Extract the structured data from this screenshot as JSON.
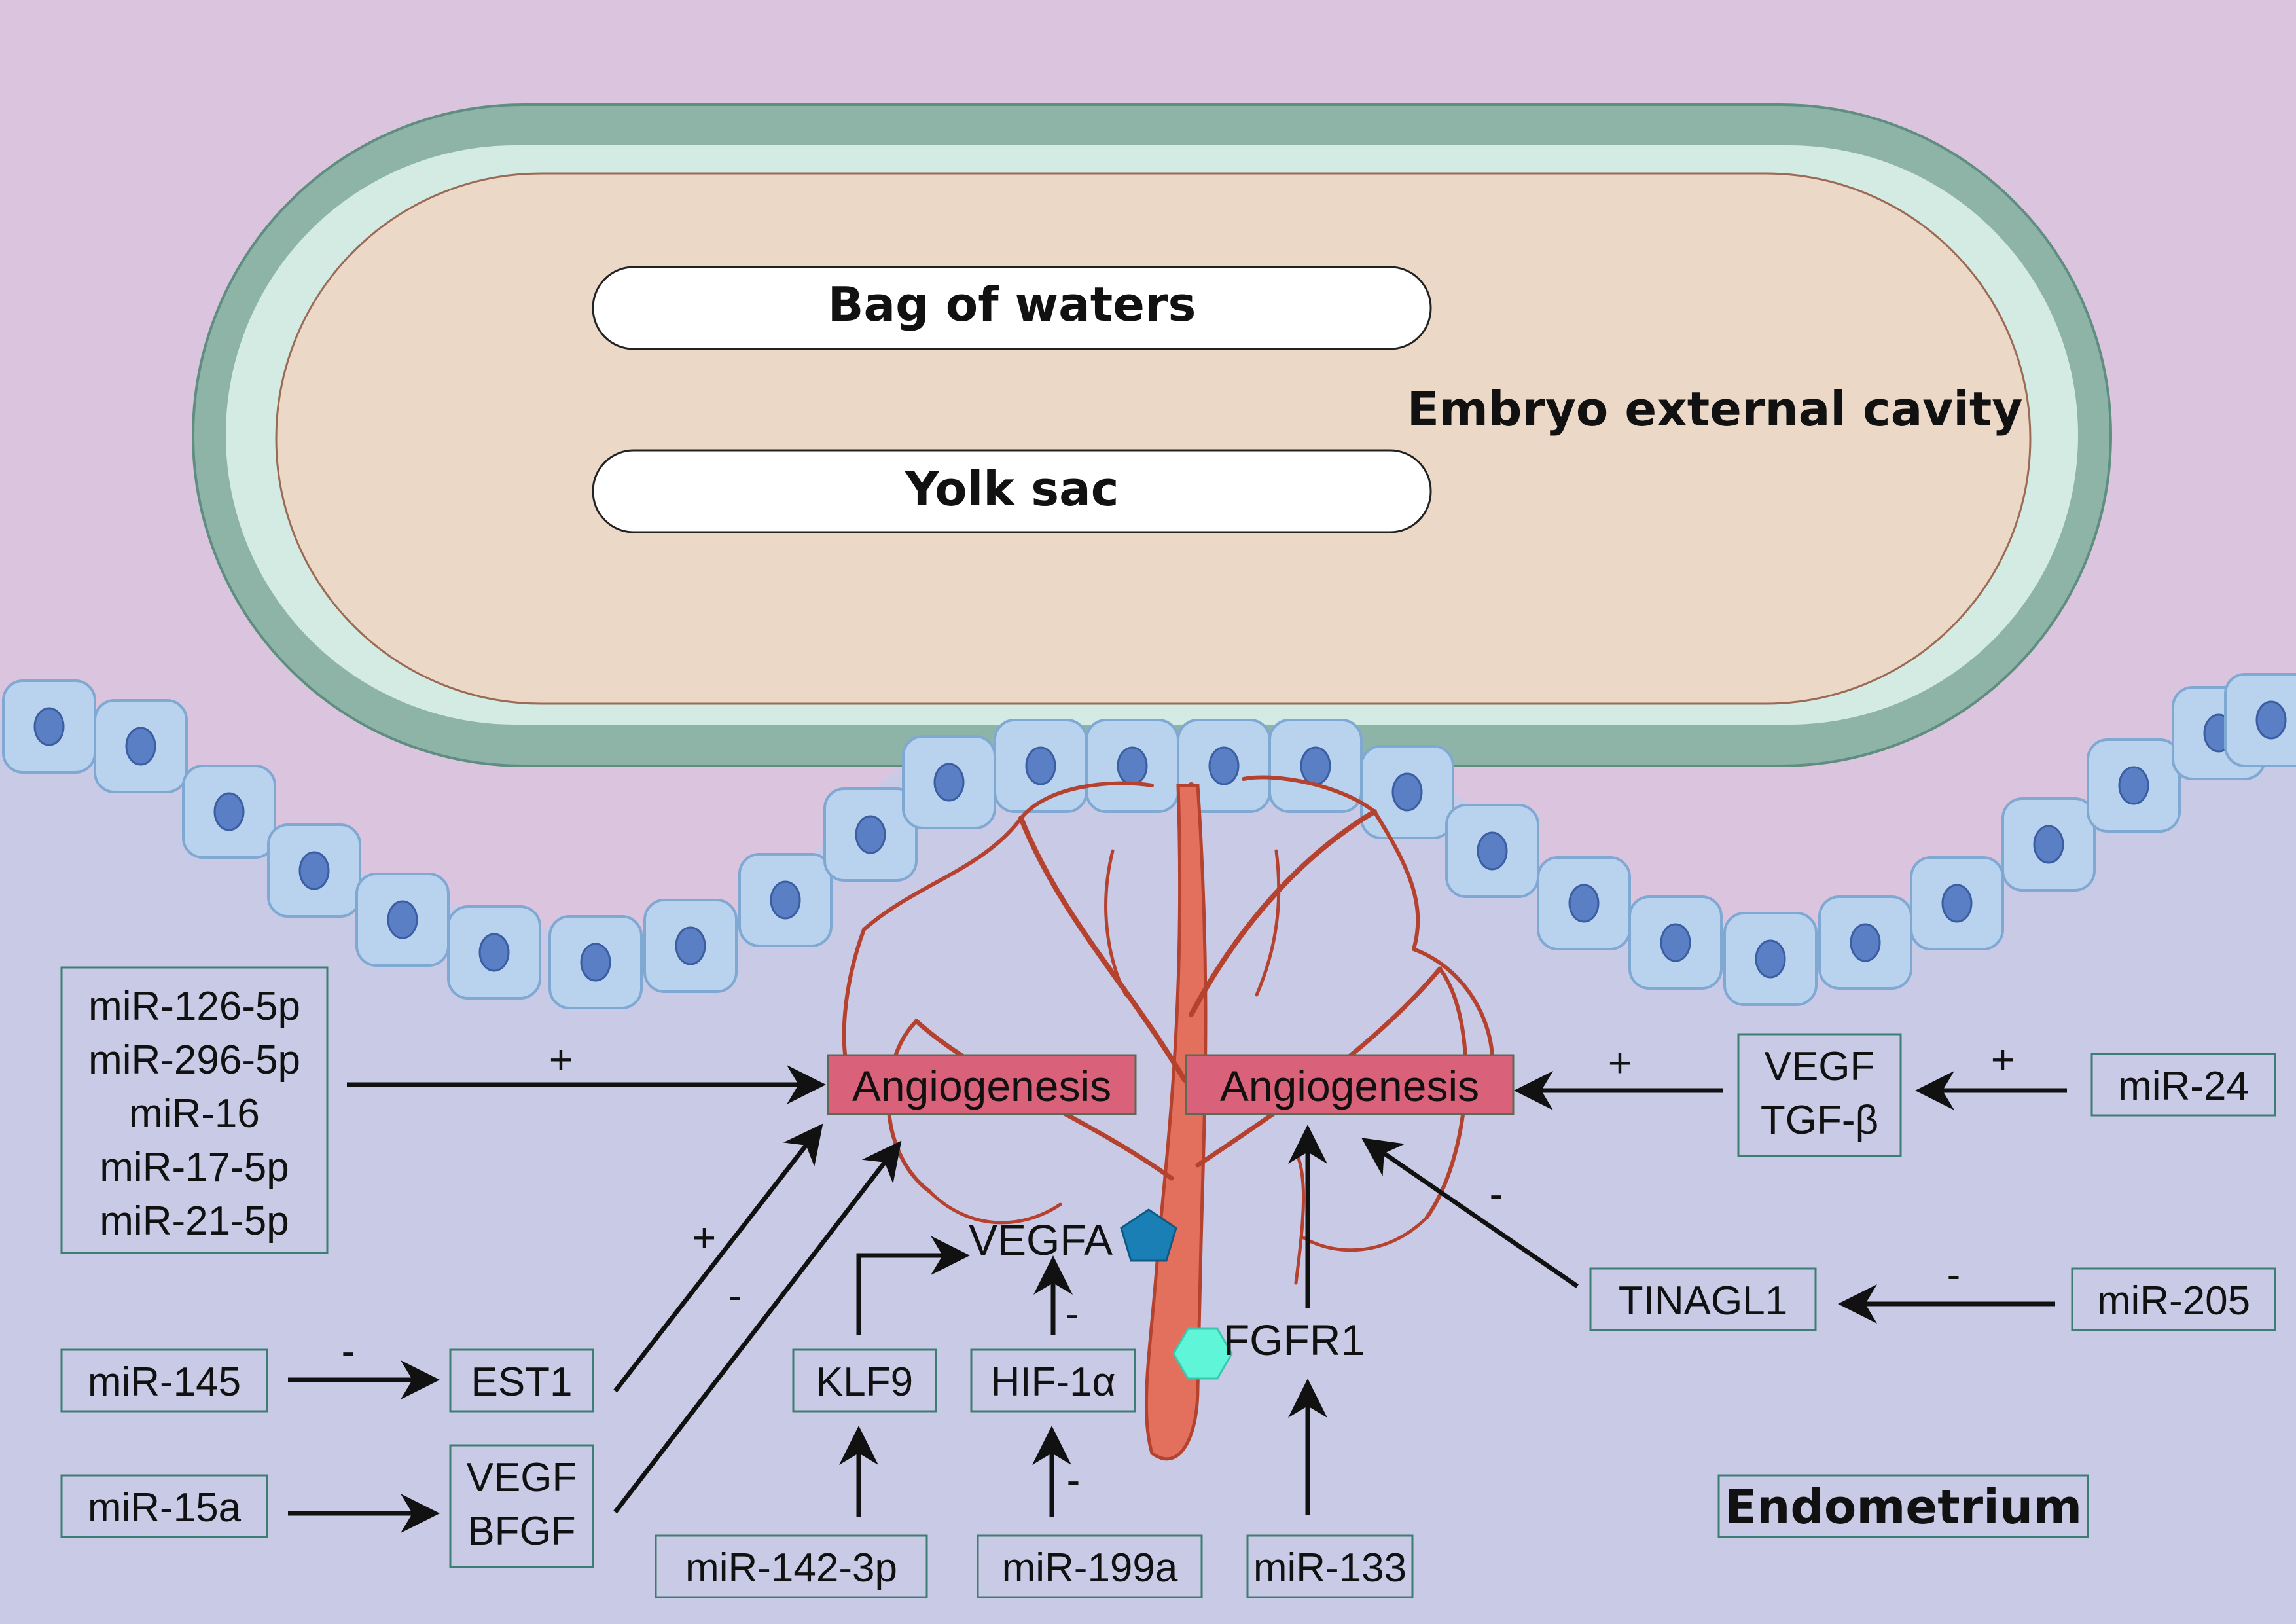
{
  "colors": {
    "upper_bg": "#dbc4de",
    "lower_bg": "#c9cbe6",
    "outer_ring": "#8db4a6",
    "inner_ring": "#d3ebe3",
    "cavity": "#ecd8c6",
    "cell": "#b9d3ee",
    "nucleus": "#5a7fc4",
    "vessel": "#e2705c",
    "angiogenesis": "#d9627a",
    "vegfa_marker": "#1a7fb5",
    "fgfr1_marker": "#5ff5d8"
  },
  "structures": {
    "bag_of_waters": "Bag of waters",
    "yolk_sac": "Yolk sac",
    "embryo_external_cavity": "Embryo external cavity",
    "endometrium": "Endometrium"
  },
  "angiogenesis_left": "Angiogenesis",
  "angiogenesis_right": "Angiogenesis",
  "left": {
    "mir_group": [
      "miR-126-5p",
      "miR-296-5p",
      "miR-16",
      "miR-17-5p",
      "miR-21-5p"
    ],
    "mir_group_sign": "+",
    "mir145": "miR-145",
    "mir145_sign": "-",
    "est1": "EST1",
    "est1_sign": "+",
    "mir15a": "miR-15a",
    "vegf_bfgf": [
      "VEGF",
      "BFGF"
    ],
    "vegf_bfgf_sign": "-"
  },
  "center": {
    "vegfa": "VEGFA",
    "klf9": "KLF9",
    "hif1a": "HIF-1α",
    "hif1a_sign": "-",
    "mir142": "miR-142-3p",
    "mir199a": "miR-199a",
    "mir199a_sign": "-",
    "fgfr1": "FGFR1",
    "mir133": "miR-133"
  },
  "right": {
    "vegf_tgfb": [
      "VEGF",
      "TGF-β"
    ],
    "vegf_tgfb_sign": "+",
    "mir24": "miR-24",
    "mir24_sign": "+",
    "tinagl1": "TINAGL1",
    "tinagl1_sign": "-",
    "mir205": "miR-205",
    "mir205_sign": "-"
  }
}
